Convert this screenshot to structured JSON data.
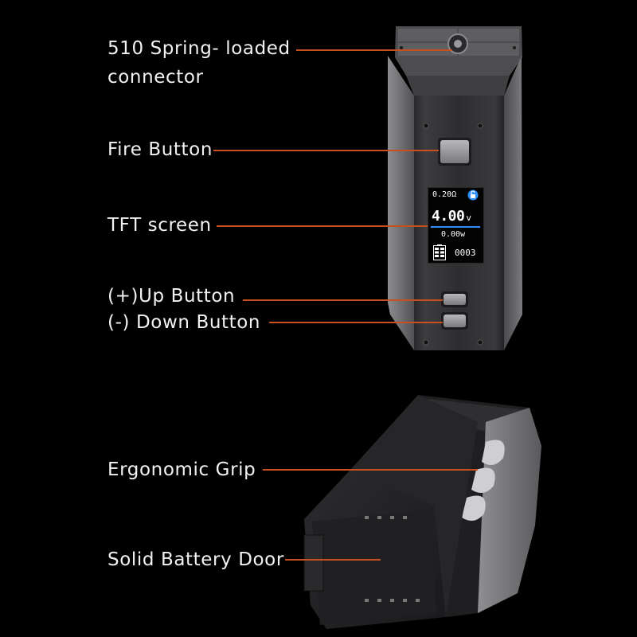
{
  "labels": {
    "connector_line1": "510 Spring- loaded",
    "connector_line2": "connector",
    "fire_button": "Fire Button",
    "tft_screen": "TFT screen",
    "up_button": "(+)Up Button",
    "down_button": "(-) Down Button",
    "ergonomic_grip": "Ergonomic Grip",
    "battery_door": "Solid Battery Door"
  },
  "screen": {
    "resistance": "0.20Ω",
    "voltage": "4.00",
    "voltage_unit": "v",
    "wattage": "0.00w",
    "puff_count": "0003"
  },
  "colors": {
    "background": "#000000",
    "leader_line": "#c8501e",
    "label_text": "#f2f2f2",
    "screen_accent": "#2f8fff"
  },
  "icons": {
    "lock": "lock-icon",
    "battery": "battery-icon"
  }
}
